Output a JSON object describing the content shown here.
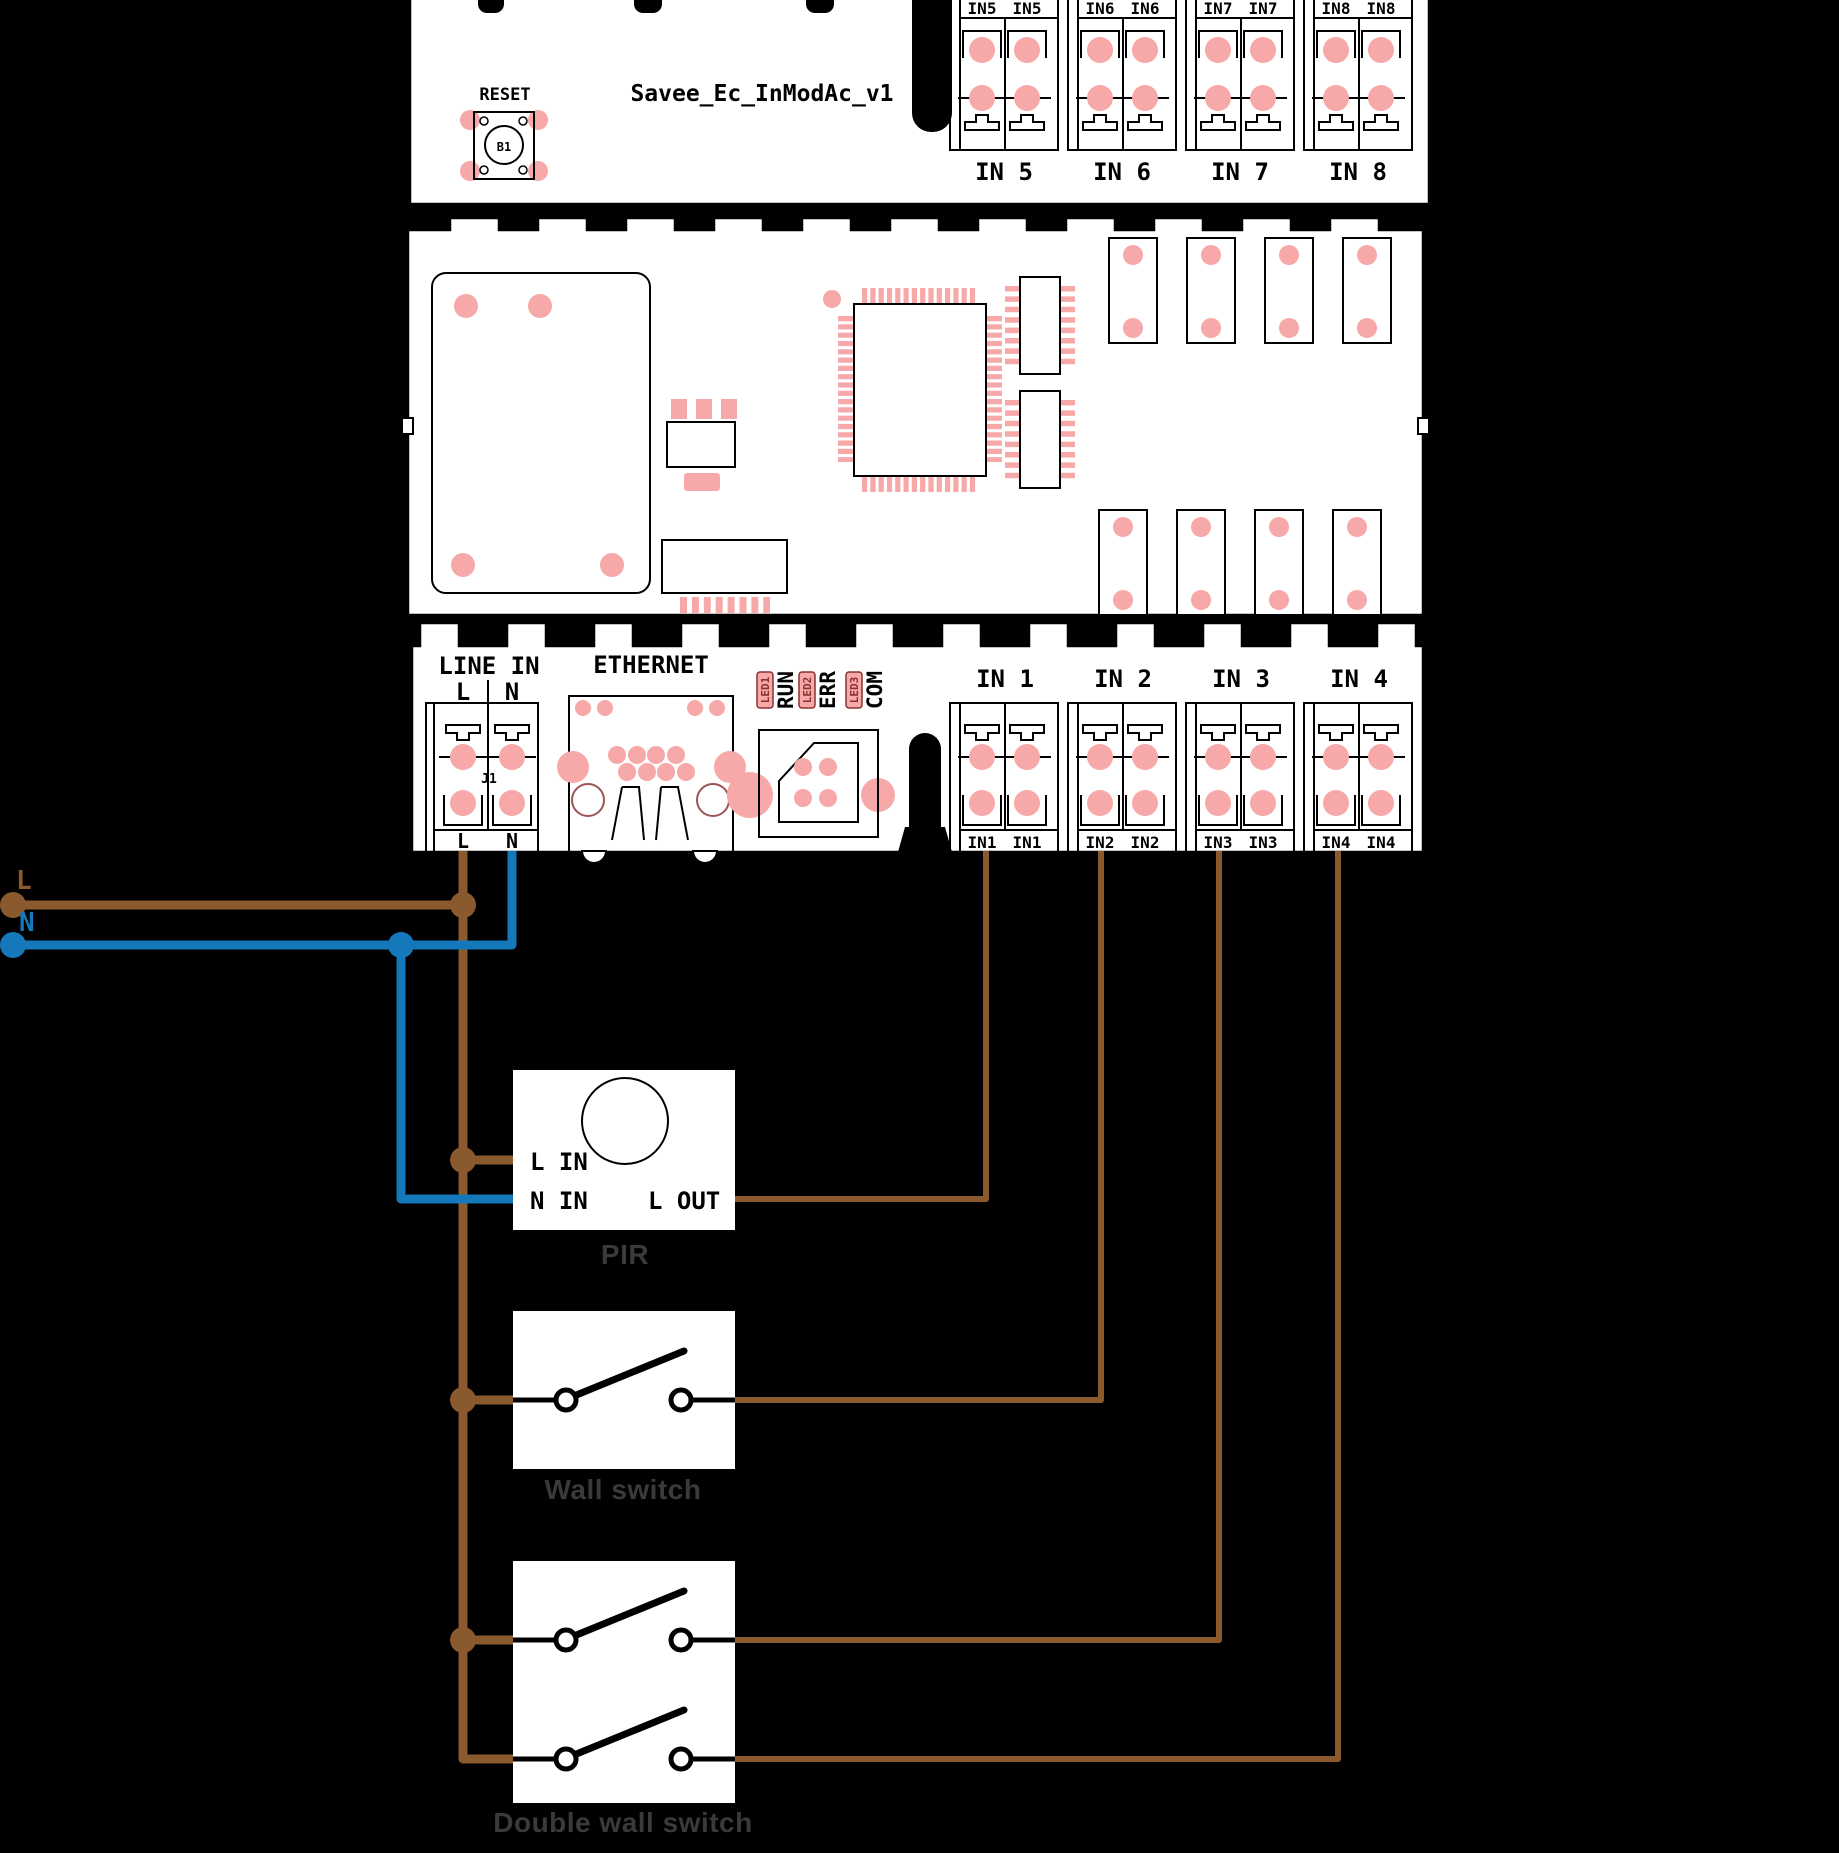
{
  "module": {
    "title": "Savee_Ec_InModAc_v1",
    "reset": {
      "label": "RESET",
      "ref": "B1"
    },
    "line_in": {
      "label": "LINE IN",
      "live": "L",
      "neutral": "N",
      "ref": "J1"
    },
    "ethernet_label": "ETHERNET",
    "leds": [
      {
        "ref": "LED1",
        "name": "RUN"
      },
      {
        "ref": "LED2",
        "name": "ERR"
      },
      {
        "ref": "LED3",
        "name": "COM"
      }
    ],
    "inputs_top": [
      {
        "group": "IN 5",
        "cell": "IN5"
      },
      {
        "group": "IN 6",
        "cell": "IN6"
      },
      {
        "group": "IN 7",
        "cell": "IN7"
      },
      {
        "group": "IN 8",
        "cell": "IN8"
      }
    ],
    "inputs_bottom": [
      {
        "group": "IN 1",
        "cell": "IN1"
      },
      {
        "group": "IN 2",
        "cell": "IN2"
      },
      {
        "group": "IN 3",
        "cell": "IN3"
      },
      {
        "group": "IN 4",
        "cell": "IN4"
      }
    ]
  },
  "supply": {
    "live_label": "L",
    "neutral_label": "N"
  },
  "devices": {
    "pir": {
      "label": "PIR",
      "l_in": "L IN",
      "n_in": "N IN",
      "l_out": "L OUT"
    },
    "wall_switch": {
      "label": "Wall switch"
    },
    "double_wall_switch": {
      "label": "Double wall switch"
    }
  },
  "colors": {
    "live_wire": "#8a5a2e",
    "neutral_wire": "#1478bb",
    "pad_pink": "#f7a8a8",
    "led_outline": "#8a3030",
    "device_label_gray": "#3a3a3a"
  }
}
